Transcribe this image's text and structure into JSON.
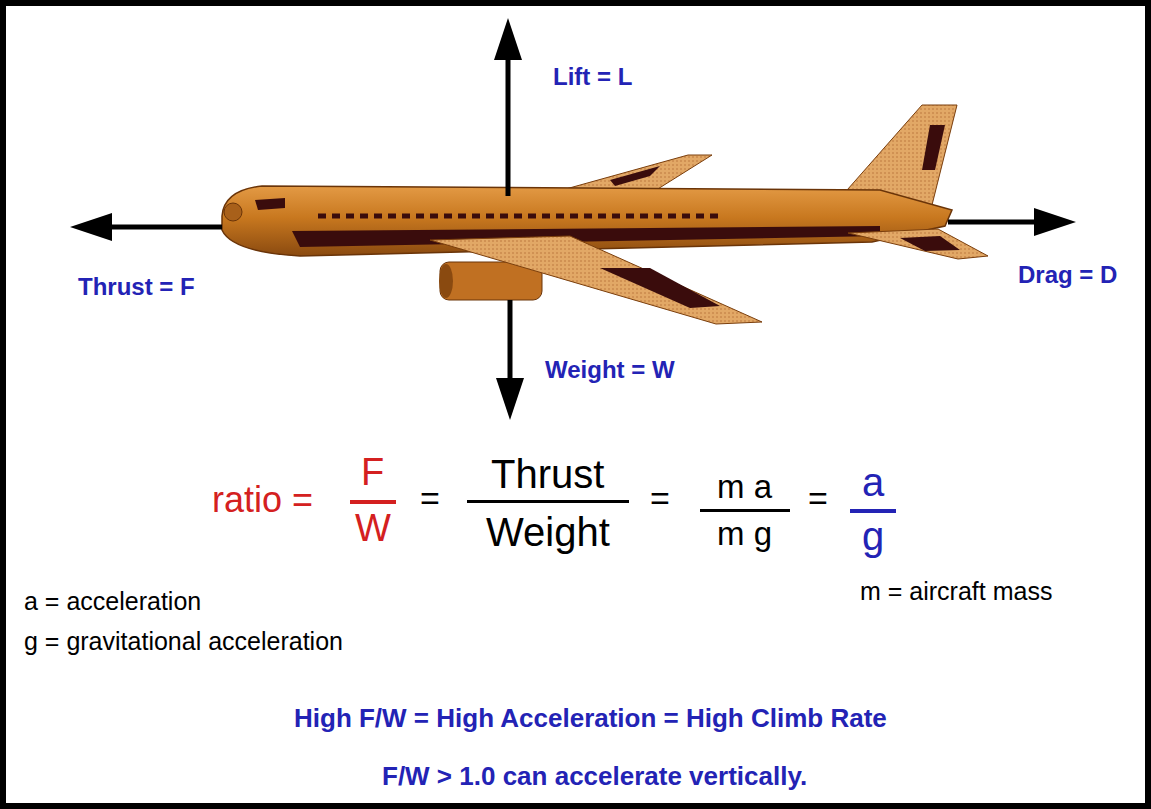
{
  "diagram": {
    "labels": [
      "Lift = L",
      "Thrust = F",
      "Drag = D",
      "Weight = W",
      "ratio =",
      "F",
      "W",
      "=",
      "Thrust",
      "Weight",
      "=",
      "m a",
      "m g",
      "=",
      "a",
      "g",
      "a = acceleration",
      "m = aircraft mass",
      "g = gravitational acceleration",
      "High F/W = High Acceleration = High Climb Rate",
      "F/W > 1.0 can accelerate vertically."
    ]
  }
}
